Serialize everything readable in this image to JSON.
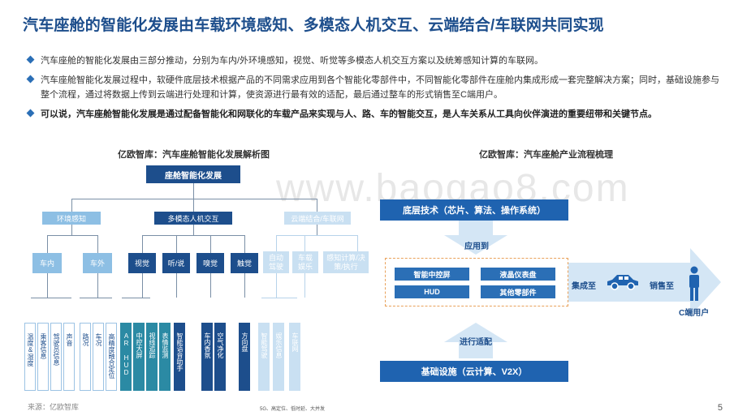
{
  "title": "汽车座舱的智能化发展由车载环境感知、多模态人机交互、云端结合/车联网共同实现",
  "bullets": [
    "汽车座舱的智能化发展由三部分推动，分别为车内/外环境感知，视觉、听觉等多模态人机交互方案以及统筹感知计算的车联网。",
    "汽车座舱智能化发展过程中，软硬件底层技术根据产品的不同需求应用到各个智能化零部件中，不同智能化零部件在座舱内集成形成一套完整解决方案；同时，基础设施参与整个流程，通过将数据上传到云端进行处理和计算，使资源进行最有效的适配，最后通过整车的形式销售至C端用户。",
    "可以说，汽车座舱智能化发展是通过配备智能化和网联化的车载产品来实现与人、路、车的智能交互，是人车关系从工具向伙伴演进的重要纽带和关键节点。"
  ],
  "watermark": "www.baogao8.com",
  "left": {
    "title": "亿欧智库：汽车座舱智能化发展解析图",
    "root": "座舱智能化发展",
    "level1": [
      "环境感知",
      "多模态人机交互",
      "云端结合/车联网"
    ],
    "level2": [
      "车内",
      "车外",
      "视觉",
      "听/说",
      "嗅觉",
      "触觉",
      "自动驾驶",
      "车载娱乐",
      "感知计算/决策/执行"
    ],
    "leaves": [
      "温度&湿度",
      "乘客信息",
      "驾驶员信息",
      "声音",
      "路况",
      "车况",
      "高精度融合定位",
      "AR HUD",
      "中控大屏",
      "视线追踪",
      "表情监测",
      "智能语音助手",
      "车内香氛",
      "空气净化",
      "方向盘",
      "智能驾驶",
      "娱乐信息",
      "车联网"
    ],
    "footnote": "5G、高定位、低时延、大并发"
  },
  "right": {
    "title": "亿欧智库：汽车座舱产业流程梳理",
    "bottom_tech": "底层技术（芯片、算法、操作系统）",
    "apply": "应用到",
    "parts": [
      "智能中控屏",
      "液晶仪表盘",
      "HUD",
      "其他零部件"
    ],
    "integrate": "集成至",
    "sell": "销售至",
    "user": "C端用户",
    "adapt": "进行适配",
    "infra": "基础设施（云计算、V2X）"
  },
  "source": "来源：亿欧智库",
  "page": "5"
}
